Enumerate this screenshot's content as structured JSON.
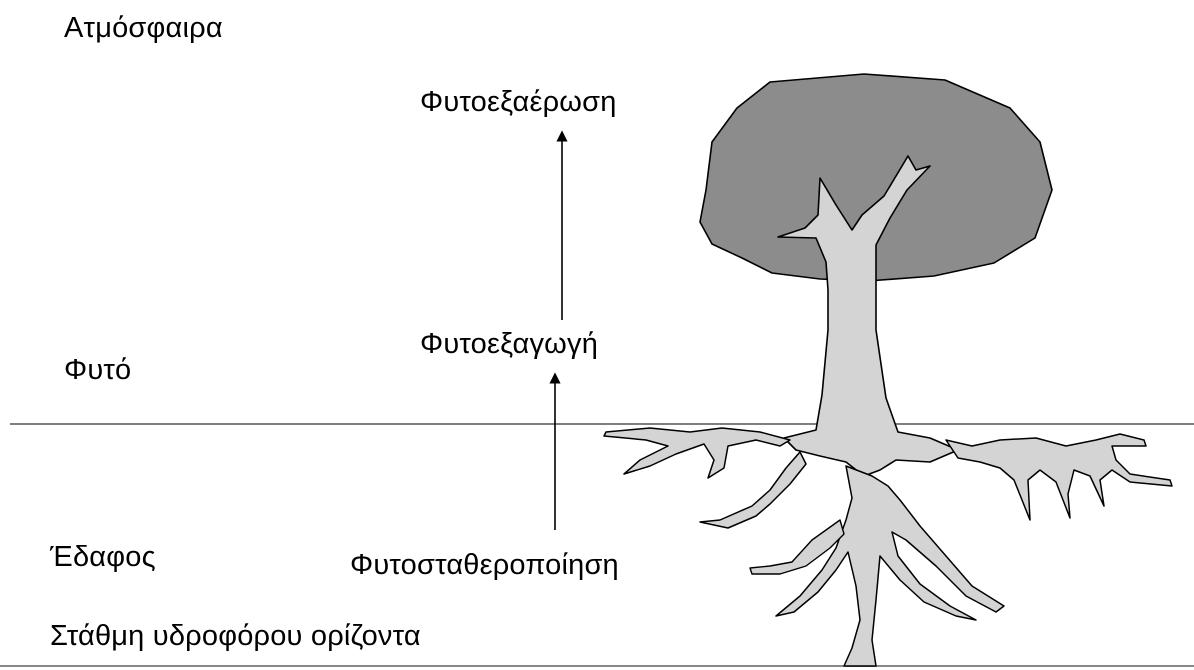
{
  "zones": {
    "atmosphere": "Ατμόσφαιρα",
    "plant": "Φυτό",
    "soil": "Έδαφος",
    "water_table": "Στάθμη υδροφόρου ορίζοντα"
  },
  "processes": {
    "phytovolatilization": "Φυτοεξαέρωση",
    "phytoextraction": "Φυτοεξαγωγή",
    "phytostabilization": "Φυτοσταθεροποίηση"
  },
  "colors": {
    "canopy": "#8c8c8c",
    "trunk_roots": "#d4d4d4",
    "outline": "#000000",
    "ground_line": "#555555"
  }
}
